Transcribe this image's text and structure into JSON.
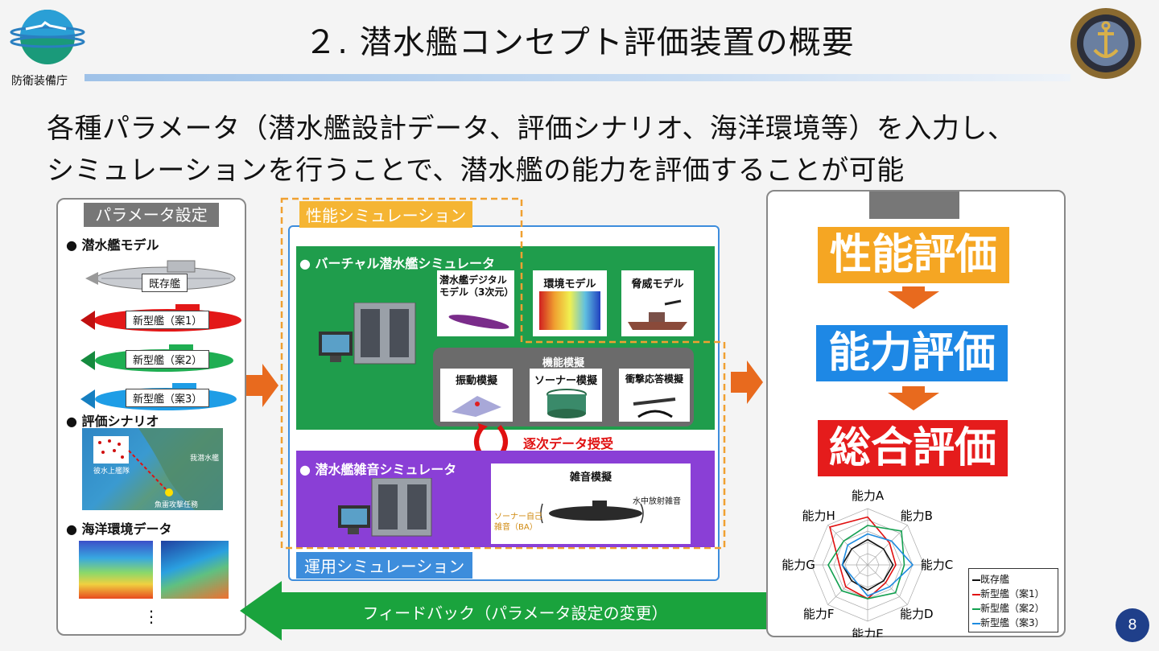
{
  "header": {
    "title": "２. 潜水艦コンセプト評価装置の概要",
    "org": "防衛装備庁"
  },
  "subtitle": {
    "line1": "各種パラメータ（潜水艦設計データ、評価シナリオ、海洋環境等）を入力し、",
    "line2": "シミュレーションを行うことで、潜水艦の能力を評価することが可能"
  },
  "left_panel": {
    "header": "パラメータ設定",
    "model_label": "● 潜水艦モデル",
    "subs": [
      "既存艦",
      "新型艦（案1）",
      "新型艦（案2）",
      "新型艦（案3）"
    ],
    "scenario_label": "● 評価シナリオ",
    "scenario_texts": [
      "我潜水艦",
      "彼水上艦隊",
      "魚雷攻撃任務"
    ],
    "ocean_label": "● 海洋環境データ",
    "ellipsis": "⋮"
  },
  "center": {
    "perf_sim": "性能シミュレーション",
    "ops_sim": "運用シミュレーション",
    "virtual_sim": "● バーチャル潜水艦シミュレータ",
    "digital_model": "潜水艦デジタルモデル（3次元）",
    "env_model": "環境モデル",
    "threat_model": "脅威モデル",
    "func_sim": "機能模擬",
    "vib_sim": "振動模擬",
    "sonar_sim": "ソーナー模擬",
    "shock_sim": "衝撃応答模擬",
    "exchange": "逐次データ授受",
    "noise_sim": "● 潜水艦雑音シミュレータ",
    "noise_model": "雑音模擬",
    "sonar_self": "ソーナー自己雑音（BA）",
    "radiated": "水中放射雑音"
  },
  "feedback": "フィードバック（パラメータ設定の変更）",
  "right_panel": {
    "perf_eval": "性能評価",
    "cap_eval": "能力評価",
    "total_eval": "総合評価"
  },
  "chart_data": {
    "type": "radar",
    "axes": [
      "能力A",
      "能力B",
      "能力C",
      "能力D",
      "能力E",
      "能力F",
      "能力G",
      "能力H"
    ],
    "series": [
      {
        "name": "既存艦",
        "color": "#111111",
        "values": [
          0.45,
          0.4,
          0.45,
          0.4,
          0.45,
          0.4,
          0.45,
          0.4
        ]
      },
      {
        "name": "新型艦（案1）",
        "color": "#e01010",
        "values": [
          0.85,
          0.55,
          0.5,
          0.45,
          0.6,
          0.55,
          0.5,
          0.95
        ]
      },
      {
        "name": "新型艦（案2）",
        "color": "#12a050",
        "values": [
          0.7,
          0.85,
          0.65,
          0.7,
          0.6,
          0.65,
          0.7,
          0.6
        ]
      },
      {
        "name": "新型艦（案3）",
        "color": "#1e8be0",
        "values": [
          0.55,
          0.6,
          0.8,
          0.55,
          0.55,
          0.35,
          0.45,
          0.5
        ]
      }
    ]
  },
  "page_number": "8",
  "colors": {
    "perf_eval": "#f5a623",
    "cap_eval": "#1e88e5",
    "total_eval": "#e51c1c",
    "green_panel": "#1f9d4c",
    "purple_panel": "#8a3fd6",
    "arrow": "#e86a1e",
    "feedback": "#1aa33d"
  }
}
